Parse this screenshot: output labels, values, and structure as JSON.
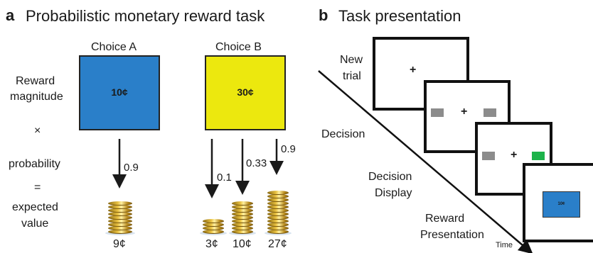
{
  "panel_a": {
    "letter": "a",
    "title": "Probabilistic monetary reward task",
    "choice_a": {
      "label": "Choice A",
      "amount": "10¢",
      "color": "#2a7fc9"
    },
    "choice_b": {
      "label": "Choice B",
      "amount": "30¢",
      "color": "#ece80e"
    },
    "left_labels": {
      "reward_magnitude_line1": "Reward",
      "reward_magnitude_line2": "magnitude",
      "times": "×",
      "probability": "probability",
      "equals": "=",
      "expected_value_line1": "expected",
      "expected_value_line2": "value"
    },
    "probabilities": {
      "a": "0.9",
      "b1": "0.1",
      "b2": "0.33",
      "b3": "0.9"
    },
    "outcomes": {
      "a": "9¢",
      "b1": "3¢",
      "b2": "10¢",
      "b3": "27¢"
    }
  },
  "panel_b": {
    "letter": "b",
    "title": "Task presentation",
    "stages": {
      "new_trial_line1": "New",
      "new_trial_line2": "trial",
      "decision": "Decision",
      "decision_display_line1": "Decision",
      "decision_display_line2": "Display",
      "reward_line1": "Reward",
      "reward_line2": "Presentation"
    },
    "fixation": "+",
    "time_label": "Time",
    "reward_card_text": "10¢",
    "colors": {
      "option_gray": "#8c8c8c",
      "selected_green": "#1db34a",
      "reward_blue": "#2a7fc9"
    }
  }
}
